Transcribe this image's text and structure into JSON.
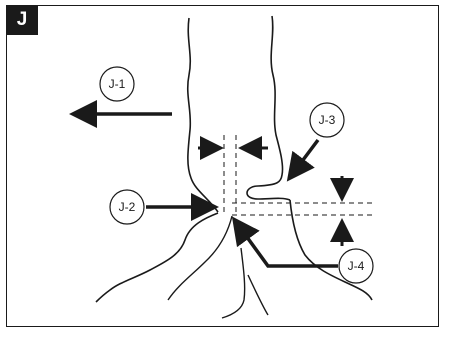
{
  "panel": {
    "label": "J"
  },
  "callouts": [
    {
      "id": "j1",
      "text": "J-1"
    },
    {
      "id": "j2",
      "text": "J-2"
    },
    {
      "id": "j3",
      "text": "J-3"
    },
    {
      "id": "j4",
      "text": "J-4"
    }
  ]
}
